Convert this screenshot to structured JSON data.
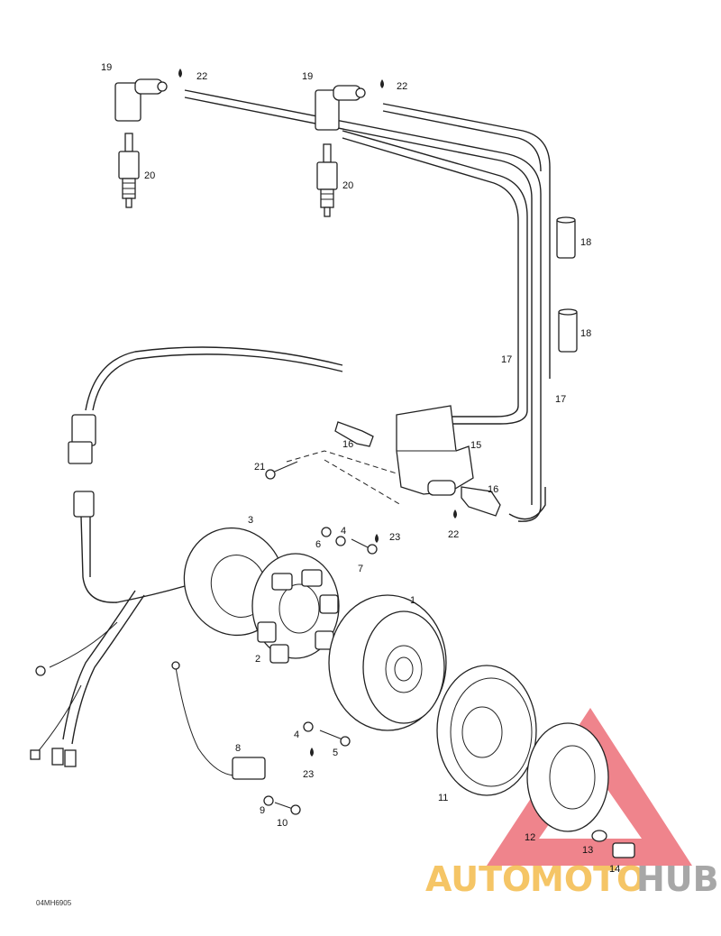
{
  "diagram": {
    "code": "04MH6905",
    "labels": {
      "p1": "1",
      "p2": "2",
      "p3": "3",
      "p4a": "4",
      "p4b": "4",
      "p5": "5",
      "p6": "6",
      "p7": "7",
      "p8": "8",
      "p9": "9",
      "p10": "10",
      "p11": "11",
      "p12": "12",
      "p13": "13",
      "p14": "14",
      "p15": "15",
      "p16a": "16",
      "p16b": "16",
      "p17a": "17",
      "p17b": "17",
      "p18a": "18",
      "p18b": "18",
      "p19a": "19",
      "p19b": "19",
      "p20a": "20",
      "p20b": "20",
      "p21": "21",
      "p22a": "22",
      "p22b": "22",
      "p22c": "22",
      "p23a": "23",
      "p23b": "23"
    }
  },
  "watermark": {
    "text_auto": "AUTO",
    "text_moto": "MOTO",
    "text_hub": "HUB",
    "colors": {
      "triangle": "#e8505b",
      "auto": "#f2b233",
      "moto": "#f2b233",
      "hub": "#8a8a8a"
    }
  }
}
